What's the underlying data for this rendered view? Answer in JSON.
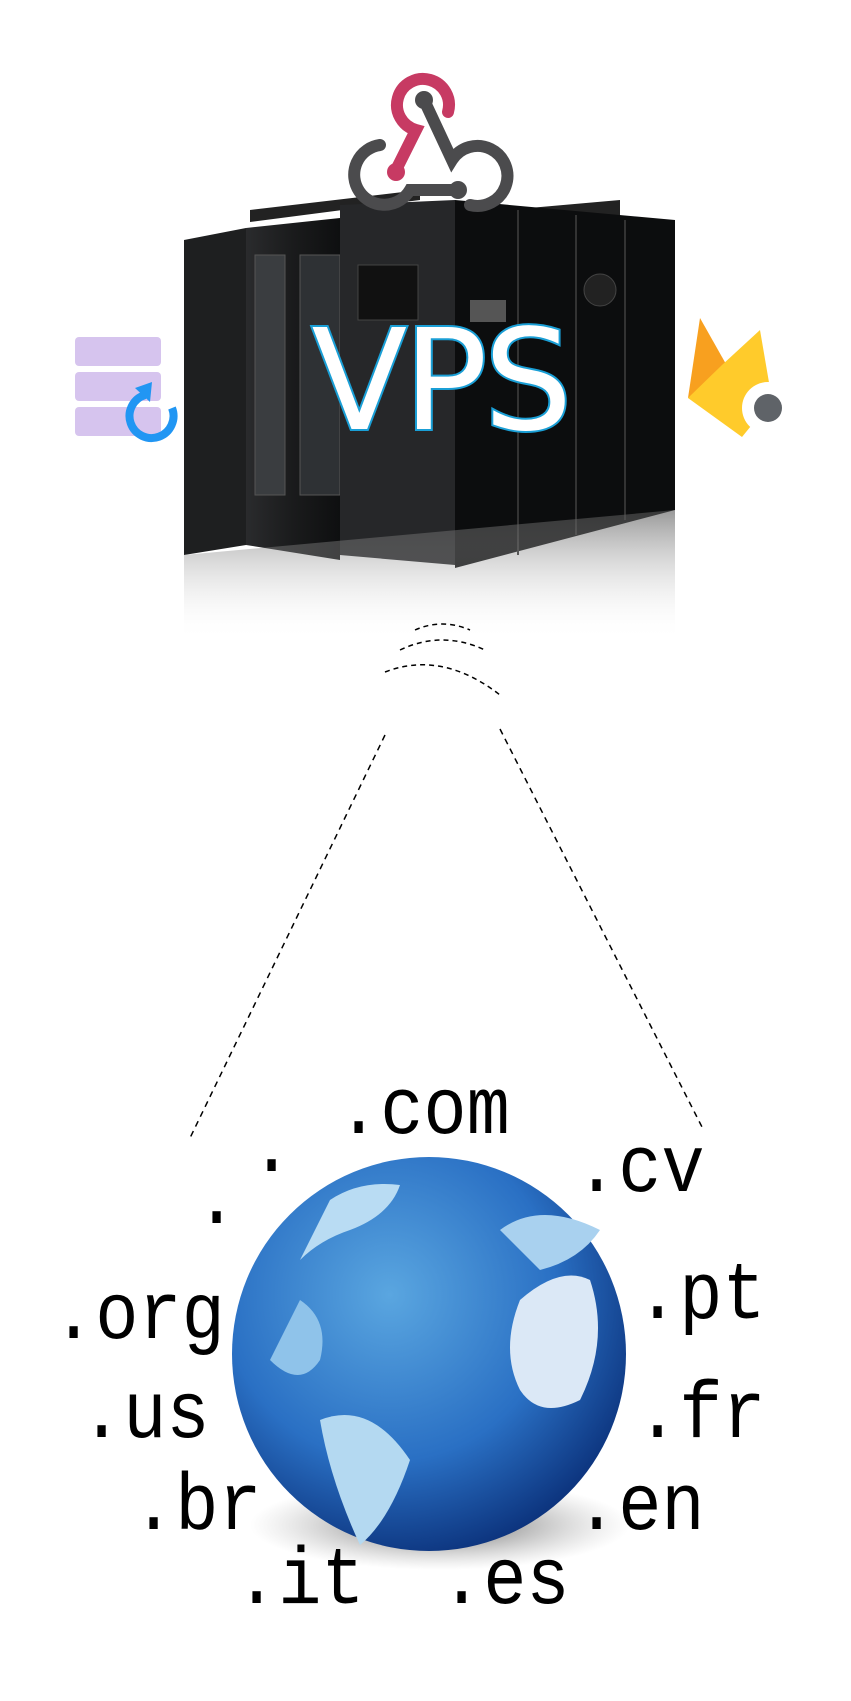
{
  "server": {
    "label": "VPS"
  },
  "icons": {
    "top": "webhook-icon",
    "left": "database-restore-icon",
    "right": "firebase-hosting-icon"
  },
  "domains": {
    "com": ".com",
    "cv": ".cv",
    "org": ".org",
    "pt": ".pt",
    "us": ".us",
    "fr": ".fr",
    "br": ".br",
    "en": ".en",
    "it": ".it",
    "es": ".es",
    "dot1": ".",
    "dot2": "."
  },
  "colors": {
    "webhook_red": "#c73a63",
    "webhook_gray": "#4b4b4d",
    "db_purple": "#d6c4ee",
    "restore_blue": "#2196f3",
    "firebase_orange": "#f8a01f",
    "firebase_yellow": "#ffcb2b",
    "vps_stroke": "#1a9fd6",
    "globe_blue": "#1e64b8"
  }
}
